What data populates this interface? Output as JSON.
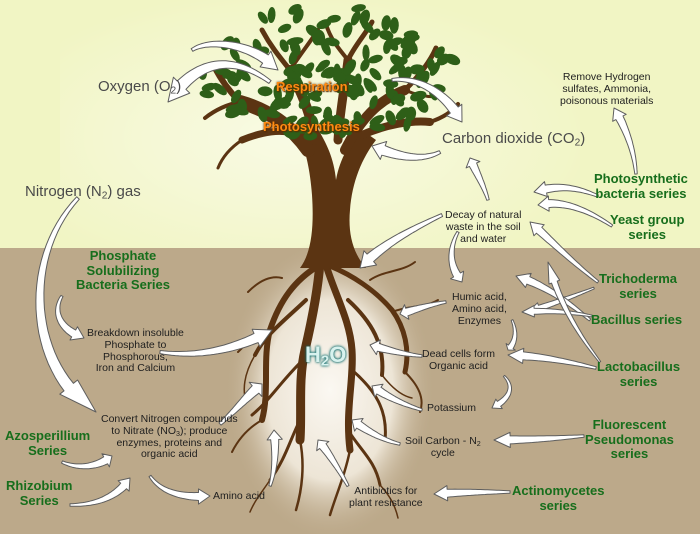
{
  "colors": {
    "sky": "#f1f5c4",
    "soil": "#bca98a",
    "soil_glow": "#f4efe4",
    "trunk": "#5b3412",
    "leaf": "#2e5f18",
    "arrow_fill": "#ffffff",
    "arrow_stroke": "#606060",
    "microbe_text": "#176e1c",
    "process_text": "#ff8b12"
  },
  "atmosphere": {
    "oxygen": {
      "main": "Oxygen (O",
      "sub": "2",
      "end": ")"
    },
    "carbon_dioxide": {
      "main": "Carbon dioxide (CO",
      "sub": "2",
      "end": ")"
    },
    "nitrogen": {
      "main": "Nitrogen (N",
      "sub": "2",
      "end": ") gas"
    }
  },
  "tree_processes": {
    "respiration": "Respiration",
    "photosynthesis": "Photosynthesis"
  },
  "water": {
    "main": "H",
    "sub": "2",
    "end": "O"
  },
  "soil_processes": {
    "remove_hydrogen": [
      "Remove Hydrogen",
      "sulfates, Ammonia,",
      "poisonous materials"
    ],
    "decay": [
      "Decay of natural",
      "waste in the soil",
      "and water"
    ],
    "humic": [
      "Humic acid,",
      "Amino acid,",
      "Enzymes"
    ],
    "dead_cells": [
      "Dead cells form",
      "Organic acid"
    ],
    "potassium": "Potassium",
    "soil_carbon": "Soil Carbon - N",
    "soil_carbon_sub": "2",
    "soil_carbon_end": "cycle",
    "antibiotics": [
      "Antibiotics for",
      "plant resistance"
    ],
    "amino_acid": "Amino acid",
    "phosphate_breakdown": [
      "Breakdown insoluble",
      "Phosphate to",
      "Phosphorous,",
      "Iron and Calcium"
    ],
    "nitrogen_convert": {
      "line1": "Convert Nitrogen compounds",
      "line2_main": "to Nitrate (NO",
      "line2_sub": "3",
      "line2_end": "); produce",
      "line3": "enzymes, proteins and",
      "line4": "organic acid"
    }
  },
  "microbes": {
    "photosynthetic": [
      "Photosynthetic",
      "bacteria series"
    ],
    "yeast": [
      "Yeast group",
      "series"
    ],
    "trichoderma": [
      "Trichoderma",
      "series"
    ],
    "bacillus": "Bacillus series",
    "lactobacillus": [
      "Lactobacillus",
      "series"
    ],
    "fluorescent": [
      "Fluorescent",
      "Pseudomonas",
      "series"
    ],
    "actinomycetes": [
      "Actinomycetes",
      "series"
    ],
    "phosphate_solubilizing": [
      "Phosphate",
      "Solubilizing",
      "Bacteria Series"
    ],
    "azosperillium": [
      "Azosperillium",
      "Series"
    ],
    "rhizobium": [
      "Rhizobium",
      "Series"
    ]
  }
}
